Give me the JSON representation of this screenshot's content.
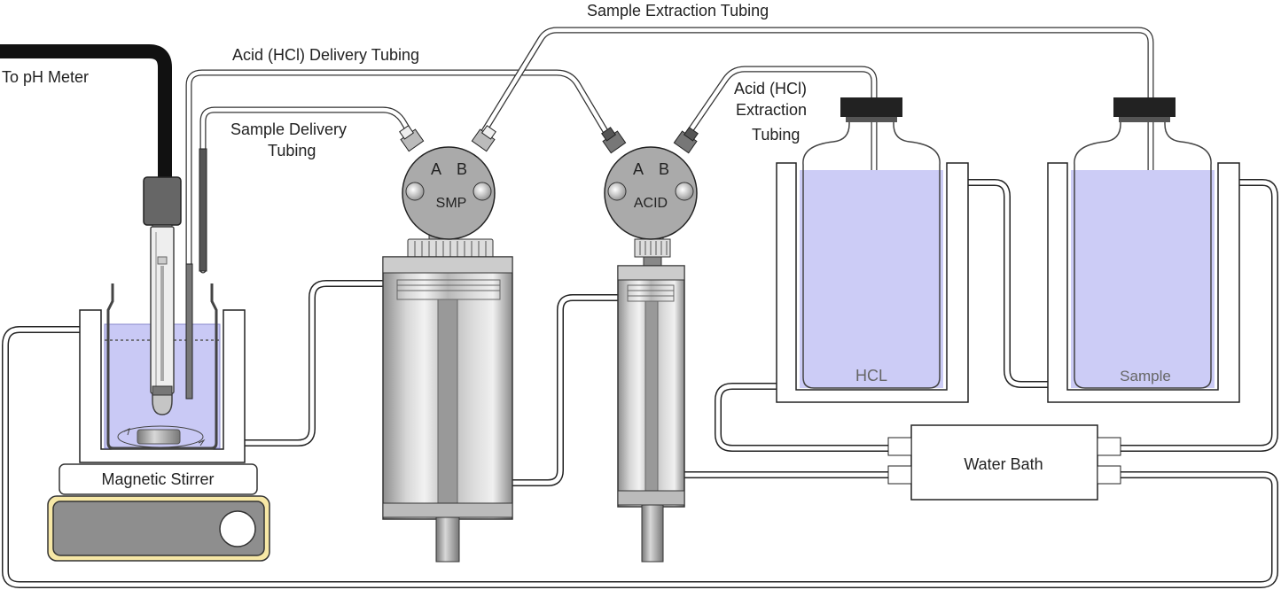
{
  "labels": {
    "to_ph_meter": "To pH Meter",
    "acid_delivery": "Acid (HCl) Delivery Tubing",
    "sample_extraction": "Sample Extraction Tubing",
    "sample_delivery_1": "Sample Delivery",
    "sample_delivery_2": "Tubing",
    "acid_extraction_1": "Acid (HCl)",
    "acid_extraction_2": "Extraction",
    "acid_extraction_3": "Tubing",
    "magnetic_stirrer": "Magnetic Stirrer",
    "water_bath": "Water Bath",
    "hcl_bottle": "HCL",
    "sample_bottle": "Sample"
  },
  "pumps": {
    "smp": {
      "name": "SMP",
      "port_a": "A",
      "port_b": "B"
    },
    "acid": {
      "name": "ACID",
      "port_a": "A",
      "port_b": "B"
    }
  },
  "colors": {
    "liquid": "#c8c8f4",
    "metal": "#a8a8a8",
    "cap": "#222222",
    "stirrer_outline": "#e8d87a"
  }
}
